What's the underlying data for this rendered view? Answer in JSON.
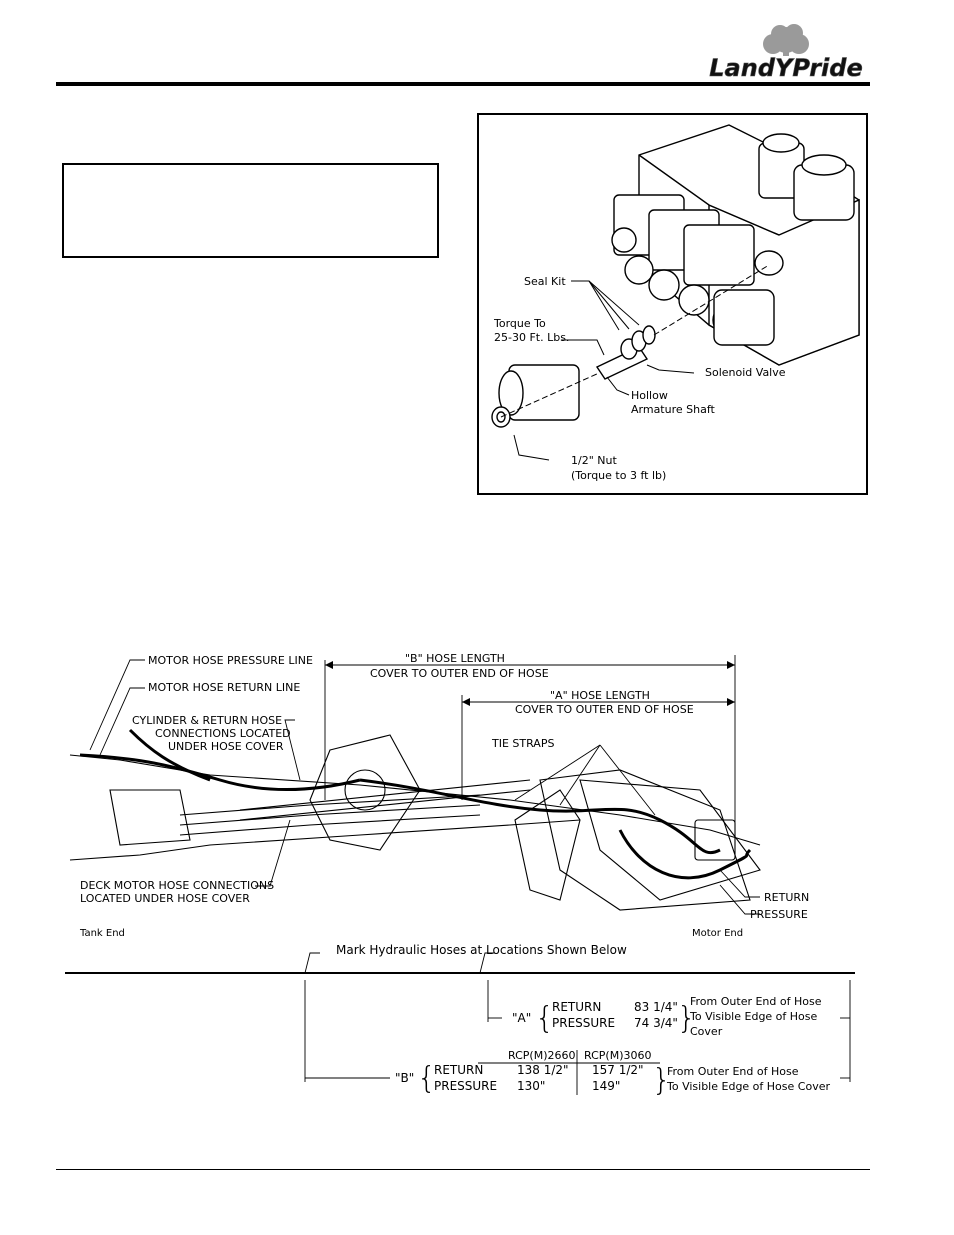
{
  "logo": {
    "text": "LandYPride"
  },
  "valve_figure": {
    "labels": {
      "seal_kit": "Seal Kit",
      "torque_line1": "Torque To",
      "torque_line2": "25-30 Ft. Lbs.",
      "solenoid_valve": "Solenoid Valve",
      "hollow_line1": "Hollow",
      "hollow_line2": "Armature Shaft",
      "nut_line1": "1/2\" Nut",
      "nut_line2": "(Torque to 3 ft lb)"
    }
  },
  "hose_figure": {
    "labels": {
      "motor_pressure": "MOTOR HOSE PRESSURE LINE",
      "motor_return": "MOTOR HOSE RETURN LINE",
      "cyl_line1": "CYLINDER & RETURN HOSE",
      "cyl_line2": "CONNECTIONS LOCATED",
      "cyl_line3": "UNDER HOSE COVER",
      "b_len_line1": "\"B\" HOSE LENGTH",
      "b_len_line2": "COVER TO OUTER END OF HOSE",
      "a_len_line1": "\"A\" HOSE LENGTH",
      "a_len_line2": "COVER TO OUTER END OF HOSE",
      "tie_straps": "TIE STRAPS",
      "deck_line1": "DECK MOTOR HOSE CONNECTIONS",
      "deck_line2": "LOCATED UNDER HOSE COVER",
      "return": "RETURN",
      "pressure": "PRESSURE",
      "tank_end": "Tank End",
      "motor_end": "Motor End",
      "mark_hoses": "Mark Hydraulic Hoses at Locations Shown Below"
    },
    "a_table": {
      "tag": "\"A\"",
      "rows": [
        {
          "label": "RETURN",
          "value": "83 1/4\""
        },
        {
          "label": "PRESSURE",
          "value": "74 3/4\""
        }
      ],
      "note_line1": "From Outer End of Hose",
      "note_line2": "To Visible Edge of Hose",
      "note_line3": "Cover"
    },
    "b_table": {
      "tag": "\"B\"",
      "columns": [
        "RCP(M)2660",
        "RCP(M)3060"
      ],
      "rows": [
        {
          "label": "RETURN",
          "values": [
            "138 1/2\"",
            "157 1/2\""
          ]
        },
        {
          "label": "PRESSURE",
          "values": [
            "130\"",
            "149\""
          ]
        }
      ],
      "note_line1": "From Outer End of Hose",
      "note_line2": "To Visible Edge of Hose Cover"
    }
  }
}
